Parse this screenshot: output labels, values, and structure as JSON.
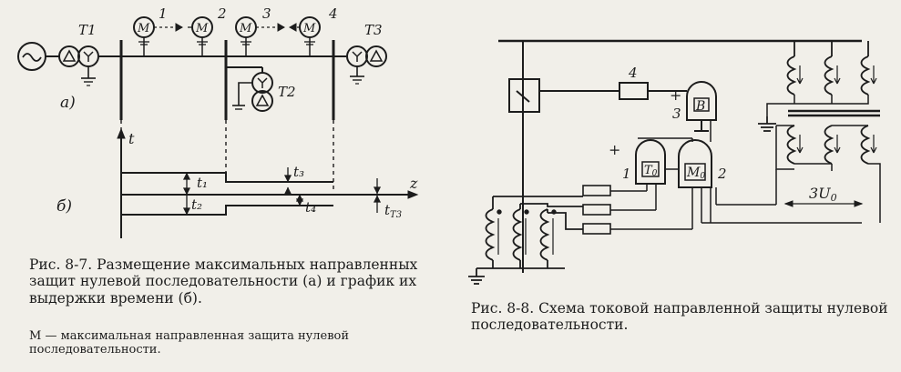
{
  "fig87": {
    "bus_labels": [
      "1",
      "2",
      "3",
      "4"
    ],
    "protection_symbol": "M",
    "transformers": {
      "t1": "T1",
      "t2": "T2",
      "t3": "T3"
    },
    "panel_a": "а)",
    "panel_b": "б)",
    "axis_t": "t",
    "axis_z": "z",
    "delays": {
      "t1": "t₁",
      "t2": "t₂",
      "t3": "t₃",
      "t4": "t₄",
      "tt3": "t",
      "tt3_sub": "Т3"
    },
    "caption": "Рис. 8-7. Размещение максимальных направленных защит нулевой последовательности (а) и график их выдержки времени (б).",
    "note": "М — максимальная направленная защита нулевой последовательности."
  },
  "fig88": {
    "relay_numbers": {
      "r1": "1",
      "r2": "2",
      "r3": "3",
      "r4": "4"
    },
    "relay_letters": {
      "t0": "T",
      "t0_sub": "0",
      "m0": "M",
      "m0_sub": "0",
      "b": "B"
    },
    "plus": "+",
    "voltage_label": "3U",
    "voltage_sub": "0",
    "caption": "Рис. 8-8. Схема токовой направленной защиты нулевой последовательности."
  }
}
